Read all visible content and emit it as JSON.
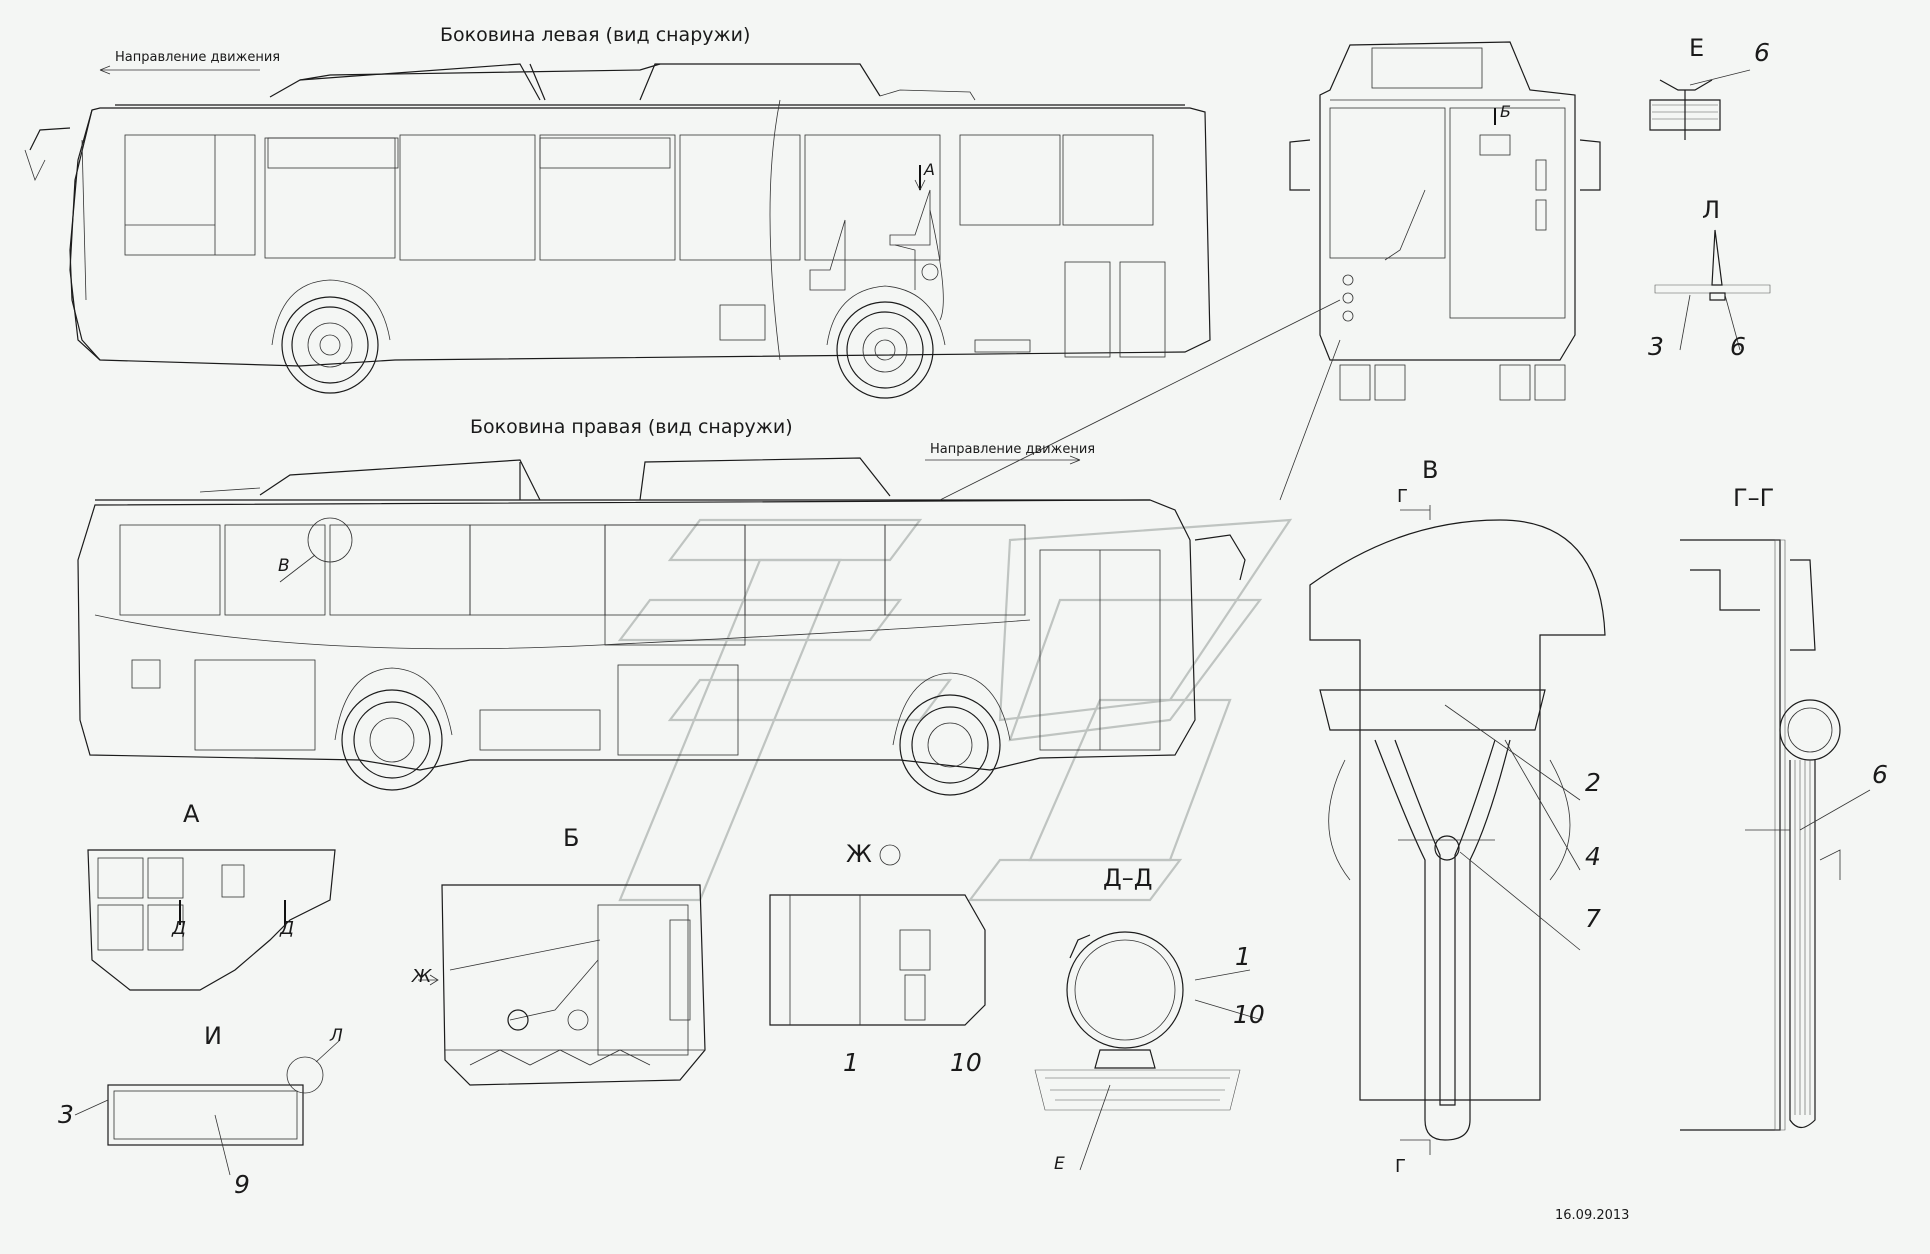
{
  "titles": {
    "left_side": "Боковина левая (вид снаружи)",
    "right_side": "Боковина правая (вид снаружи)",
    "direction_top": "Направление движения",
    "direction_mid": "Направление движения"
  },
  "views": {
    "A": "А",
    "B": "Б",
    "V": "В",
    "G": "Г",
    "GG": "Г–Г",
    "DD": "Д–Д",
    "E": "Е",
    "ZH": "Ж",
    "I": "И",
    "L": "Л"
  },
  "callouts": {
    "d": "Д",
    "b_small": "Б",
    "a_small": "А",
    "v_small": "В",
    "e_small": "Е",
    "l_small": "Л",
    "zh_small": "Ж"
  },
  "numbers": {
    "n1": "1",
    "n2": "2",
    "n3": "3",
    "n4": "4",
    "n6": "6",
    "n7": "7",
    "n9": "9",
    "n10": "10"
  },
  "date": "16.09.2013"
}
